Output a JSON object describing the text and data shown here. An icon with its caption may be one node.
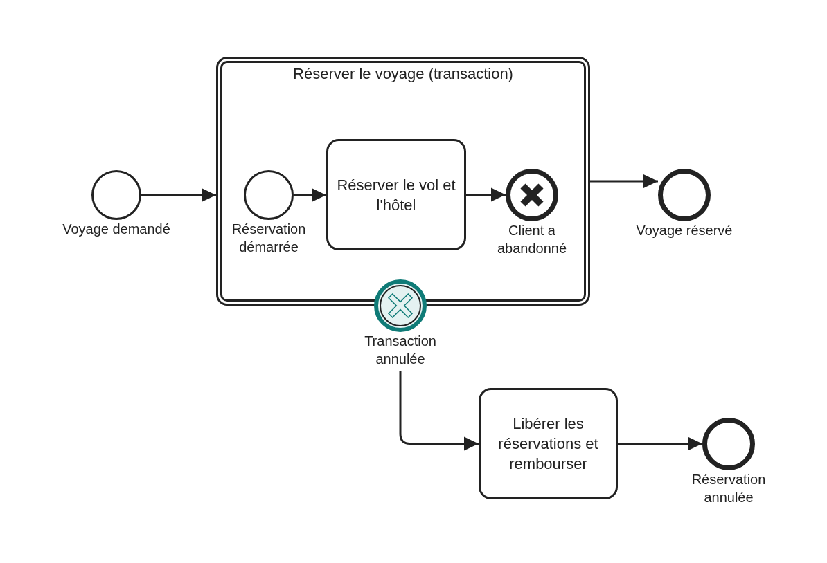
{
  "diagram": {
    "nodes": [
      {
        "text": [
          "Voyage demandé"
        ]
      },
      {
        "text": [
          "Réserver le voyage (transaction)"
        ]
      },
      {
        "text": [
          "Réservation démarrée"
        ],
        "in": 1
      },
      {
        "text": [
          "Réserver le vol et l'hôtel"
        ],
        "in": 1
      },
      {
        "text": [
          "Client a abandonné"
        ],
        "in": 1
      },
      {
        "text": [
          "Voyage réservé"
        ]
      },
      {
        "text": [
          "Transaction annulée"
        ]
      },
      {
        "text": [
          "Libérer les réservations et rembourser"
        ]
      },
      {
        "text": [
          "Réservation annulée"
        ]
      }
    ],
    "edges": [
      {
        "from": 0,
        "to": 1,
        "arrow": "to"
      },
      {
        "from": 2,
        "to": 3,
        "arrow": "to"
      },
      {
        "from": 3,
        "to": 4,
        "arrow": "to"
      },
      {
        "from": 1,
        "to": 5,
        "arrow": "to"
      },
      {
        "from": 6,
        "to": 7,
        "arrow": "to"
      },
      {
        "from": 7,
        "to": 8,
        "arrow": "to"
      }
    ]
  }
}
